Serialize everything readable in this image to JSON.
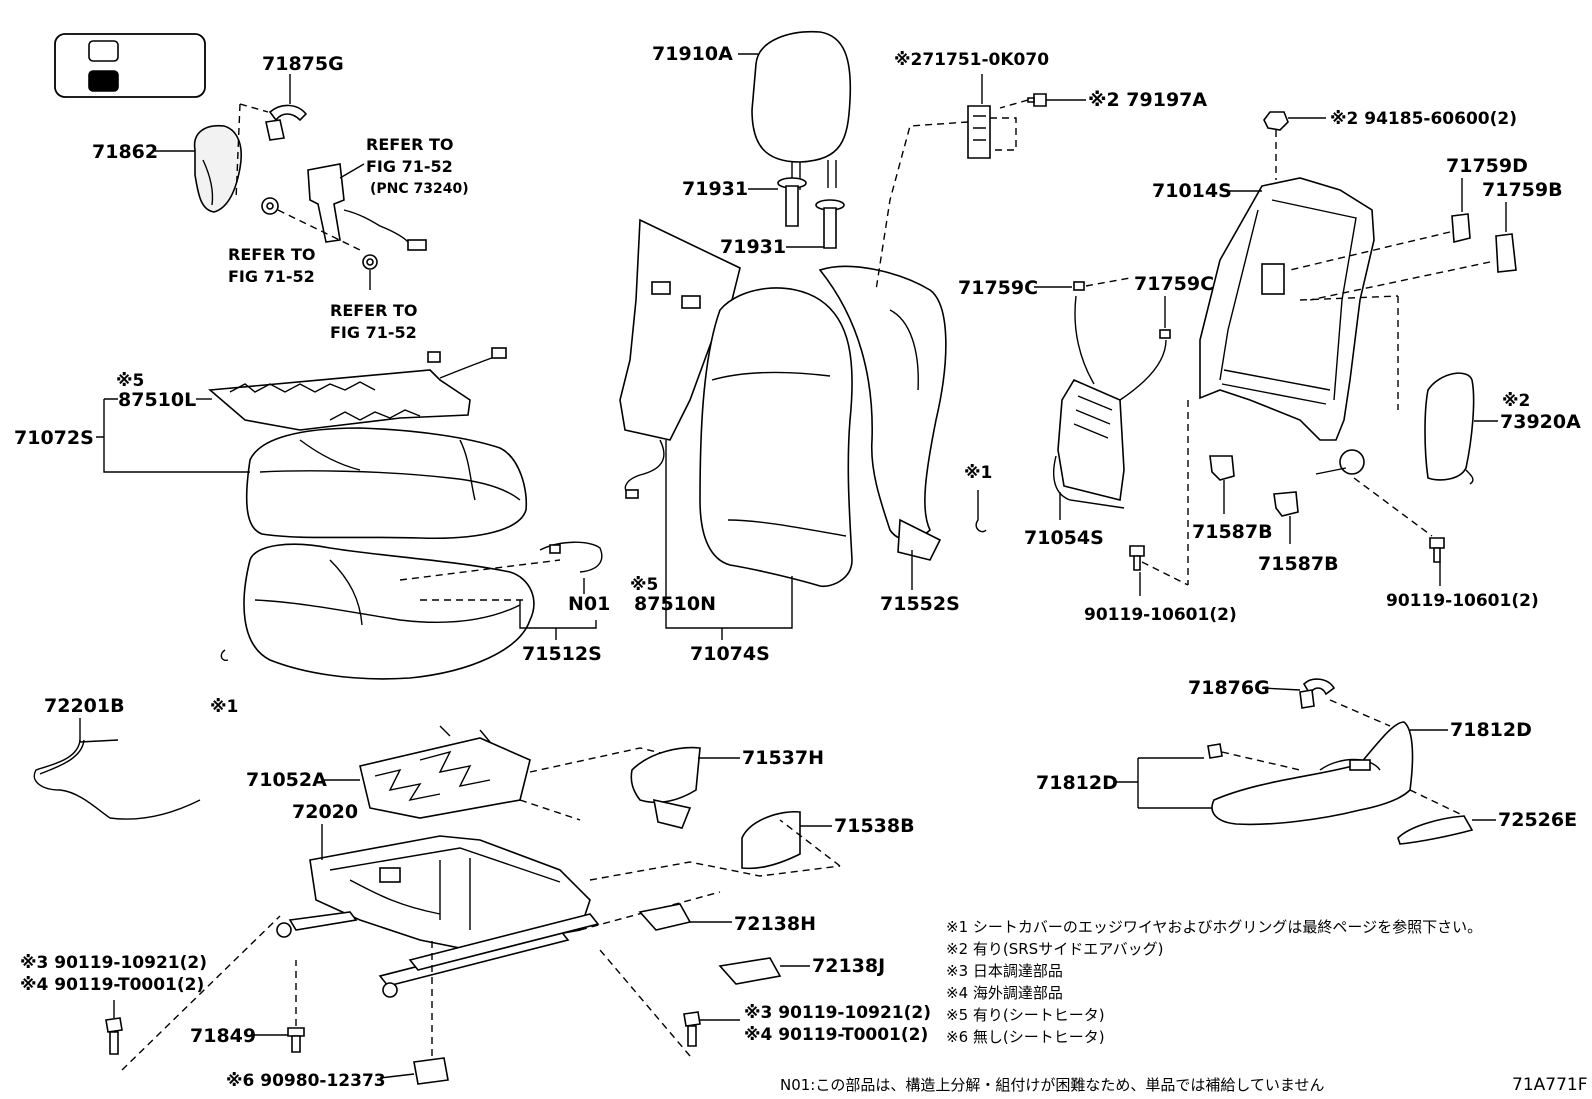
{
  "legend": {
    "icons": [
      "open-box-icon",
      "filled-box-icon"
    ]
  },
  "labels": {
    "p71875G": "71875G",
    "p71862": "71862",
    "refer1_a": "REFER TO",
    "refer1_b": "FIG 71-52",
    "refer1_c": "(PNC 73240)",
    "refer2_a": "REFER TO",
    "refer2_b": "FIG 71-52",
    "refer3_a": "REFER TO",
    "refer3_b": "FIG 71-52",
    "p87510L_mark": "※5",
    "p87510L": "87510L",
    "p71072S": "71072S",
    "pN01": "N01",
    "p71512S": "71512S",
    "mark1a": "※1",
    "p72201B": "72201B",
    "p71910A": "71910A",
    "p71931a": "71931",
    "p71931b": "71931",
    "p87510N_mark": "※5",
    "p87510N": "87510N",
    "p71074S": "71074S",
    "p71751": "※271751-0K070",
    "p79197A": "※2 79197A",
    "p71552S": "71552S",
    "mark1b": "※1",
    "p94185": "※2 94185-60600(2)",
    "p71014S": "71014S",
    "p71759D": "71759D",
    "p71759B": "71759B",
    "p71759C_a": "71759C",
    "p71759C_b": "71759C",
    "p73920A_mark": "※2",
    "p73920A": "73920A",
    "p71054S": "71054S",
    "p71587B_a": "71587B",
    "p71587B_b": "71587B",
    "p90119_a": "90119-10601(2)",
    "p90119_b": "90119-10601(2)",
    "p71876G": "71876G",
    "p71812D_a": "71812D",
    "p71812D_b": "71812D",
    "p72526E": "72526E",
    "p71052A": "71052A",
    "p72020": "72020",
    "p71537H": "71537H",
    "p71538B": "71538B",
    "p72138H": "72138H",
    "p72138J": "72138J",
    "bolt_left_3": "※3 90119-10921(2)",
    "bolt_left_4": "※4 90119-T0001(2)",
    "bolt_right_3": "※3 90119-10921(2)",
    "bolt_right_4": "※4 90119-T0001(2)",
    "p71849": "71849",
    "p90980": "※6 90980-12373"
  },
  "notes": [
    "※1 シートカバーのエッジワイヤおよびホグリングは最終ページを参照下さい。",
    "※2 有り(SRSサイドエアバッグ)",
    "※3 日本調達部品",
    "※4 海外調達部品",
    "※5 有り(シートヒータ)",
    "※6 無し(シートヒータ)"
  ],
  "footer": {
    "n01_note": "N01:この部品は、構造上分解・組付けが困難なため、単品では補給していません",
    "figure_id": "71A771F"
  }
}
